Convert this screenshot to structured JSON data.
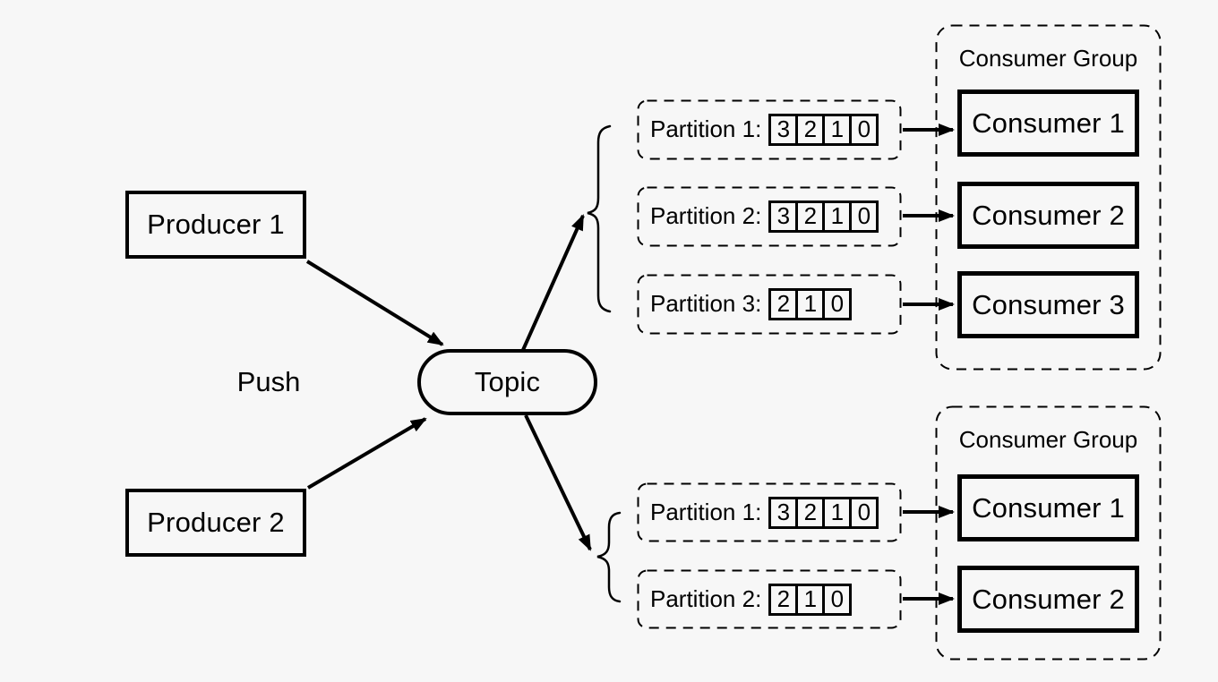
{
  "colors": {
    "background": "#f7f7f7",
    "ink": "#000000"
  },
  "push_label": "Push",
  "producers": [
    {
      "label": "Producer 1"
    },
    {
      "label": "Producer 2"
    }
  ],
  "topic": {
    "label": "Topic"
  },
  "partition_sets": [
    {
      "partitions": [
        {
          "label": "Partition 1:",
          "cells": [
            "3",
            "2",
            "1",
            "0"
          ]
        },
        {
          "label": "Partition 2:",
          "cells": [
            "3",
            "2",
            "1",
            "0"
          ]
        },
        {
          "label": "Partition 3:",
          "cells": [
            "2",
            "1",
            "0"
          ]
        }
      ]
    },
    {
      "partitions": [
        {
          "label": "Partition 1:",
          "cells": [
            "3",
            "2",
            "1",
            "0"
          ]
        },
        {
          "label": "Partition 2:",
          "cells": [
            "2",
            "1",
            "0"
          ]
        }
      ]
    }
  ],
  "consumer_groups": [
    {
      "title": "Consumer Group",
      "consumers": [
        "Consumer 1",
        "Consumer 2",
        "Consumer 3"
      ]
    },
    {
      "title": "Consumer Group",
      "consumers": [
        "Consumer 1",
        "Consumer 2"
      ]
    }
  ]
}
